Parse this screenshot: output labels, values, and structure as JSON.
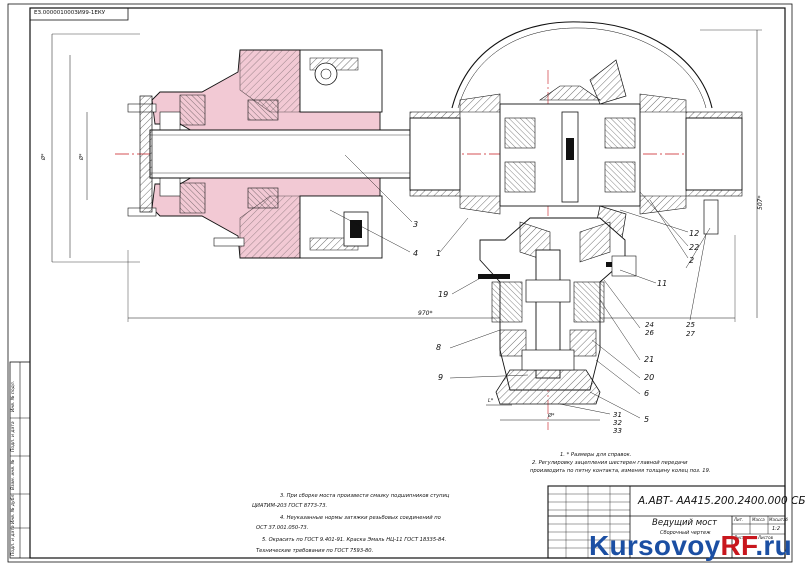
{
  "stamp": "ЕЗ.000001000ЗИ99-1ЕКУ",
  "part_numbers": [
    "1",
    "2",
    "3",
    "4",
    "5",
    "6",
    "8",
    "9",
    "11",
    "12",
    "19",
    "20",
    "21",
    "22",
    "24",
    "25",
    "26",
    "27",
    "31",
    "32",
    "33"
  ],
  "dims": {
    "len_bottom": "970*",
    "height_right": "507*",
    "left_a": "Ø*",
    "left_b": "Ø*",
    "bottom_a": "Ø*",
    "bottom_b": "L*"
  },
  "notes_top": [
    "1. * Размеры для справок.",
    "2. Регулировку зацепления шестерен главной передачи",
    "производить по пятну контакта, изменяя толщину колец поз. 19."
  ],
  "notes_bottom": [
    "3. При сборке моста произвести смазку подшипников ступиц",
    "ЦИАТИМ-203 ГОСТ 8773-73.",
    "4. Неуказанные нормы затяжки резьбовых соединений по",
    "ОСТ 37.001.050-73.",
    "5. Окрасить по ГОСТ 9.401-91. Краска Эмаль НЦ-11 ГОСТ 18335-84.",
    "Технические требования по ГОСТ 7593-80."
  ],
  "title_block": {
    "designation": "А.АВТ- АА415.200.2400.000 СБ",
    "name": "Ведущий мост",
    "subtitle": "Сборочный чертеж",
    "sheet_header": [
      "Лит.",
      "Масса",
      "Масштаб"
    ],
    "scale": "1:2",
    "sheet": "Лист",
    "sheets": "Листов"
  },
  "side_strip": [
    "Инв. № подл.",
    "Подп. и дата",
    "Взам. инв. №",
    "Инв. № дубл.",
    "Подп. и дата"
  ],
  "watermark": {
    "main": "Kursovoy",
    "accent": "RF",
    ".ru": ".ru"
  },
  "colors": {
    "section_fill": "#f2c9d4",
    "line": "#111111",
    "hatch": "#444444",
    "watermark_blue": "#1b4fa3",
    "watermark_red": "#c8171d"
  }
}
